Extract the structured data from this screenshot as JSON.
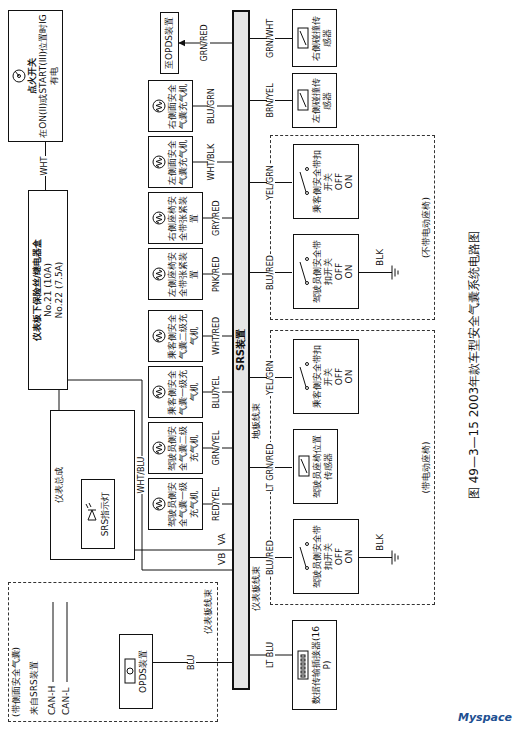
{
  "diagram": {
    "caption": "图 49—3—15 2003年款车型安全气囊系统电路图",
    "nodes": [
      {
        "text": [
          "(带侧面安全气囊)"
        ]
      },
      {
        "text": [
          "OPDS装置"
        ],
        "in": 0
      },
      {
        "text": [
          "仪表总成"
        ]
      },
      {
        "text": [
          "SRS指示灯"
        ],
        "in": 2
      },
      {
        "text": [
          "仪表板下保险丝/继电器盒",
          "No.21 (10A)",
          "No.22 (7.5A)"
        ]
      },
      {
        "text": [
          "点火开关",
          "在ON(II)或START(III)位置时IG有电"
        ]
      },
      {
        "text": [
          "驾驶员侧安全气囊一级充气机"
        ]
      },
      {
        "text": [
          "驾驶员侧安全气囊二级充气机"
        ]
      },
      {
        "text": [
          "乘客侧安全气囊一级充气机"
        ]
      },
      {
        "text": [
          "乘客侧安全气囊二级充气机"
        ]
      },
      {
        "text": [
          "左侧座椅安全带张紧装置"
        ]
      },
      {
        "text": [
          "右侧座椅安全带张紧装置"
        ]
      },
      {
        "text": [
          "左侧面安全气囊充气机"
        ]
      },
      {
        "text": [
          "右侧面安全气囊充气机"
        ]
      },
      {
        "text": [
          "至OPDS装置"
        ]
      },
      {
        "text": [
          "SRS装置"
        ]
      },
      {
        "text": [
          "数据传输插接器(16P)"
        ]
      },
      {
        "text": [
          "(带电动座椅)"
        ]
      },
      {
        "text": [
          "驾驶员侧安全带扣开关",
          "OFF",
          "ON"
        ],
        "in": 17
      },
      {
        "text": [
          "驾驶员座椅位置传感器"
        ],
        "in": 17
      },
      {
        "text": [
          "乘客侧安全带扣开关",
          "OFF",
          "ON"
        ],
        "in": 17
      },
      {
        "text": [
          "(不带电动座椅)"
        ]
      },
      {
        "text": [
          "驾驶员侧安全带扣开关",
          "OFF",
          "ON"
        ],
        "in": 21
      },
      {
        "text": [
          "乘客侧安全带扣开关",
          "OFF",
          "ON"
        ],
        "in": 21
      },
      {
        "text": [
          "左侧碰撞传感器"
        ]
      },
      {
        "text": [
          "右侧碰撞传感器"
        ]
      }
    ],
    "edges": [
      {
        "from": 5,
        "to": 4,
        "arrow": "none",
        "label": "WHT"
      },
      {
        "from": 4,
        "to": 2,
        "arrow": "none"
      },
      {
        "from": 4,
        "to": 15,
        "arrow": "none",
        "label": "WHT/BLU"
      },
      {
        "from": 2,
        "to": 15,
        "arrow": "none"
      },
      {
        "from": 1,
        "to": 15,
        "arrow": "none",
        "label": "BLU"
      },
      {
        "from": 6,
        "to": 15,
        "arrow": "none",
        "label": "RED/YEL"
      },
      {
        "from": 7,
        "to": 15,
        "arrow": "none",
        "label": "GRN/YEL"
      },
      {
        "from": 8,
        "to": 15,
        "arrow": "none",
        "label": "BLU/YEL"
      },
      {
        "from": 9,
        "to": 15,
        "arrow": "none",
        "label": "WHT/RED"
      },
      {
        "from": 10,
        "to": 15,
        "arrow": "none",
        "label": "PNK/RED"
      },
      {
        "from": 11,
        "to": 15,
        "arrow": "none",
        "label": "GRY/RED"
      },
      {
        "from": 12,
        "to": 15,
        "arrow": "none",
        "label": "WHT/BLK"
      },
      {
        "from": 13,
        "to": 15,
        "arrow": "none",
        "label": "BLU/GRN"
      },
      {
        "from": 15,
        "to": 14,
        "arrow": "to",
        "label": "GRN/RED"
      },
      {
        "from": 16,
        "to": 15,
        "arrow": "none",
        "label": "LT BLU"
      },
      {
        "from": 18,
        "to": 15,
        "arrow": "none",
        "label": "BLU/RED"
      },
      {
        "from": 19,
        "to": 15,
        "arrow": "none",
        "label": "LT GRN/RED"
      },
      {
        "from": 20,
        "to": 15,
        "arrow": "none",
        "label": "YEL/GRN"
      },
      {
        "from": 22,
        "to": 15,
        "arrow": "none",
        "label": "BLU/RED"
      },
      {
        "from": 23,
        "to": 15,
        "arrow": "none",
        "label": "YEL/GRN"
      },
      {
        "from": 24,
        "to": 15,
        "arrow": "none",
        "label": "BRN/YEL"
      },
      {
        "from": 25,
        "to": 15,
        "arrow": "none",
        "label": "GRN/WHT"
      }
    ],
    "labels": [
      "来自SRS装置",
      "CAN-H",
      "CAN-L",
      "仪表板线束",
      "VB",
      "VA",
      "仪表板线束",
      "地板线束",
      "BLK",
      "BLK",
      "Myspace"
    ]
  }
}
